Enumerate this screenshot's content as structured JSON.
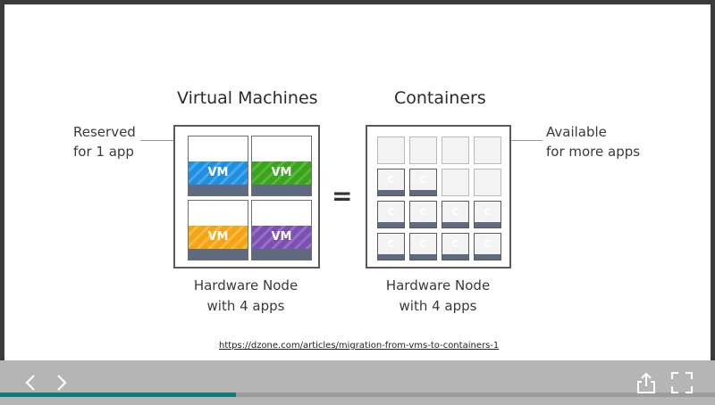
{
  "diagram": {
    "vm_title": "Virtual Machines",
    "containers_title": "Containers",
    "reserved_label_line1": "Reserved",
    "reserved_label_line2": "for 1 app",
    "available_label_line1": "Available",
    "available_label_line2": "for more apps",
    "vm_node_line1": "Hardware Node",
    "vm_node_line2": "with 4 apps",
    "ct_node_line1": "Hardware Node",
    "ct_node_line2": "with 4 apps",
    "equals": "=",
    "vm_label": "VM",
    "container_label": "C"
  },
  "vms": [
    {
      "color": "blue"
    },
    {
      "color": "green"
    },
    {
      "color": "orange"
    },
    {
      "color": "purple"
    }
  ],
  "container_grid": [
    [
      "empty",
      "empty",
      "empty",
      "empty"
    ],
    [
      "orange",
      "green",
      "empty",
      "empty"
    ],
    [
      "orange",
      "green",
      "blue",
      "purple"
    ],
    [
      "orange",
      "green",
      "blue",
      "purple"
    ]
  ],
  "colors": {
    "blue": "#1f8fe0",
    "green": "#3aa41c",
    "orange": "#f5a514",
    "purple": "#7c4fb4",
    "base": "#5f6a80",
    "progress": "#127c77"
  },
  "source_url": "https://dzone.com/articles/migration-from-vms-to-containers-1",
  "viewer": {
    "progress_fraction": 0.33,
    "icons": {
      "prev": "chevron-left-icon",
      "next": "chevron-right-icon",
      "share": "share-icon",
      "fullscreen": "fullscreen-icon"
    }
  }
}
